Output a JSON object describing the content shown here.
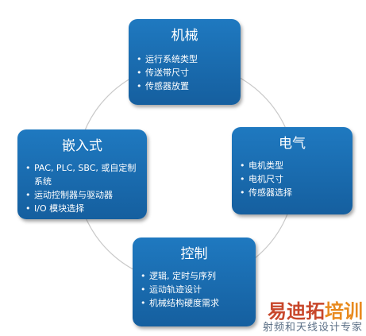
{
  "colors": {
    "box": "#1a6cb0",
    "ring": "#c9c9c9",
    "text": "#ffffff"
  },
  "boxes": {
    "mechanical": {
      "title": "机械",
      "items": [
        "运行系统类型",
        "传送带尺寸",
        "传感器放置"
      ]
    },
    "electrical": {
      "title": "电气",
      "items": [
        "电机类型",
        "电机尺寸",
        "传感器选择"
      ]
    },
    "control": {
      "title": "控制",
      "items": [
        "逻辑, 定时与序列",
        "运动轨迹设计",
        "机械结构硬度需求"
      ]
    },
    "embedded": {
      "title": "嵌入式",
      "items": [
        "PAC, PLC, SBC, 或自定制系统",
        "运动控制器与驱动器",
        "I/O 模块选择"
      ]
    }
  },
  "watermark": {
    "part1": "易迪拓",
    "part2": "培训",
    "sub": "射频和天线设计专家"
  }
}
